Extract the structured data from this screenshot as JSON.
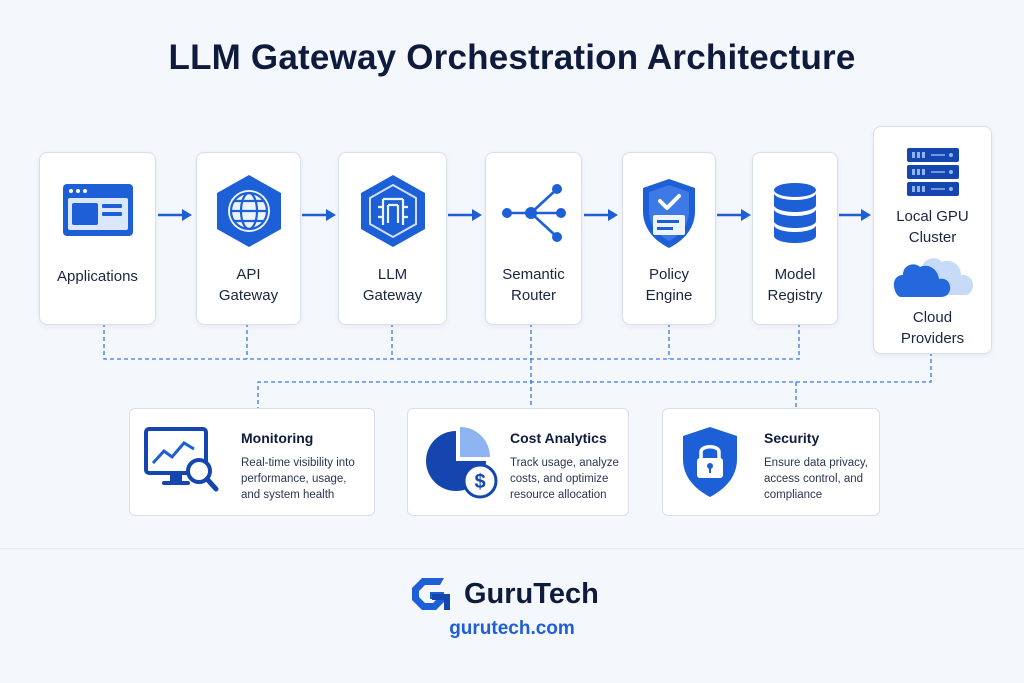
{
  "title": "LLM Gateway Orchestration Architecture",
  "nodes": [
    {
      "label": "Applications",
      "icon": "browser-window-icon"
    },
    {
      "label": "API\nGateway",
      "icon": "globe-hexagon-icon"
    },
    {
      "label": "LLM\nGateway",
      "icon": "gateway-hexagon-icon"
    },
    {
      "label": "Semantic\nRouter",
      "icon": "router-branch-icon"
    },
    {
      "label": "Policy\nEngine",
      "icon": "shield-check-icon"
    },
    {
      "label": "Model\nRegistry",
      "icon": "database-icon"
    }
  ],
  "targets": {
    "local": {
      "label": "Local GPU\nCluster",
      "icon": "server-rack-icon"
    },
    "cloud": {
      "label": "Cloud\nProviders",
      "icon": "cloud-icon"
    }
  },
  "features": [
    {
      "title": "Monitoring",
      "desc": "Real-time visibility into\nperformance, usage,\nand system health",
      "icon": "monitor-magnifier-icon"
    },
    {
      "title": "Cost Analytics",
      "desc": "Track usage, analyze\ncosts, and optimize\nresource allocation",
      "icon": "pie-dollar-icon"
    },
    {
      "title": "Security",
      "desc": "Ensure data privacy,\naccess control, and\ncompliance",
      "icon": "shield-lock-icon"
    }
  ],
  "brand": {
    "name": "GuruTech",
    "url": "gurutech.com",
    "logo": "gurutech-logo-icon"
  },
  "colors": {
    "accent": "#1c5fd6",
    "accent_dark": "#1546b0",
    "text": "#0f1b3d",
    "line": "#2f6fe0"
  }
}
